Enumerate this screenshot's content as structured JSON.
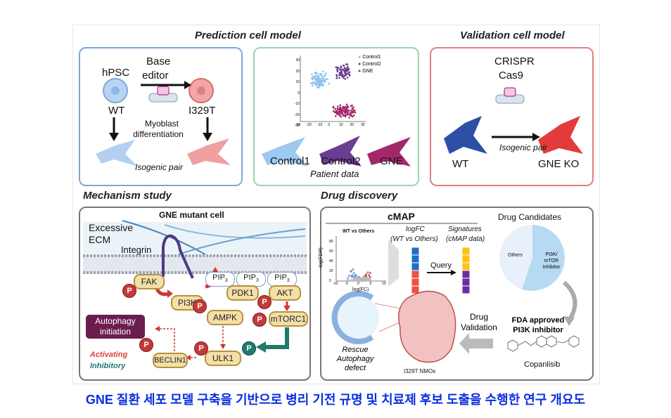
{
  "sections": {
    "prediction_title": "Prediction cell model",
    "validation_title": "Validation cell model",
    "mechanism_title": "Mechanism study",
    "drug_title": "Drug discovery"
  },
  "prediction": {
    "hpsc": "hPSC",
    "wt": "WT",
    "base_editor_1": "Base",
    "base_editor_2": "editor",
    "mutant": "I329T",
    "myoblast_1": "Myoblast",
    "myoblast_2": "differentiation",
    "isogenic": "Isogenic pair"
  },
  "patient": {
    "legend": [
      "Control1",
      "Control2",
      "GNE"
    ],
    "y_ticks": [
      "30",
      "20",
      "10",
      "0",
      "-10",
      "-20",
      "-30"
    ],
    "x_ticks": [
      "-30",
      "-20",
      "-10",
      "0",
      "10",
      "20",
      "30"
    ],
    "cells": [
      "Control1",
      "Control2",
      "GNE"
    ],
    "subtitle": "Patient data",
    "colors": {
      "Control1": "#8fc3ee",
      "Control2": "#6a3d91",
      "GNE": "#a3286b"
    }
  },
  "validation": {
    "crispr_1": "CRISPR",
    "crispr_2": "Cas9",
    "wt": "WT",
    "ko": "GNE KO",
    "isogenic": "Isogenic pair"
  },
  "mechanism": {
    "title": "GNE mutant cell",
    "ecm_1": "Excessive",
    "ecm_2": "ECM",
    "integrin": "Integrin",
    "fak": "FAK",
    "pi3k": "PI3K",
    "pip3": "PIP",
    "pip3_sub": "3",
    "pdk1": "PDK1",
    "akt": "AKT",
    "mtorc1": "mTORC1",
    "ampk": "AMPK",
    "ulk1": "ULK1",
    "beclin1": "BECLIN1",
    "p": "P",
    "autophagy_1": "Autophagy",
    "autophagy_2": "initiation",
    "activating": "Activating",
    "inhibitory": "Inhibitory",
    "colors": {
      "activating": "#d9413b",
      "inhibitory": "#1f7a6d",
      "autophagy": "#6b1d4f"
    }
  },
  "drug": {
    "cmap": "cMAP",
    "volcano_title": "WT vs Others",
    "volcano_ylabel": "-log(FDR)",
    "volcano_xlabel": "log(FC)",
    "volcano_y_ticks": [
      "80",
      "60",
      "40",
      "20",
      "0"
    ],
    "volcano_x_ticks": [
      "-10",
      "-5",
      "0",
      "5",
      "10"
    ],
    "logfc_1": "logFC",
    "logfc_2": "(WT vs Others)",
    "sig_1": "Signatures",
    "sig_2": "(cMAP data)",
    "query": "Query",
    "candidates": "Drug Candidates",
    "others": "Others",
    "pi3k_1": "PI3K/",
    "pi3k_2": "mTOR",
    "pi3k_3": "Inhibitor",
    "fda_1": "FDA approved",
    "fda_2": "PI3K inhibitor",
    "copanlisib": "Copanlisib",
    "validation_1": "Drug",
    "validation_2": "Validation",
    "nmo": "I329T NMOs",
    "rescue_1": "Rescue",
    "rescue_2": "Autophagy",
    "rescue_3": "defect"
  },
  "caption": "GNE 질환 세포 모델 구축을 기반으로 병리 기전 규명 및 치료제 후보 도출을 수행한 연구 개요도"
}
